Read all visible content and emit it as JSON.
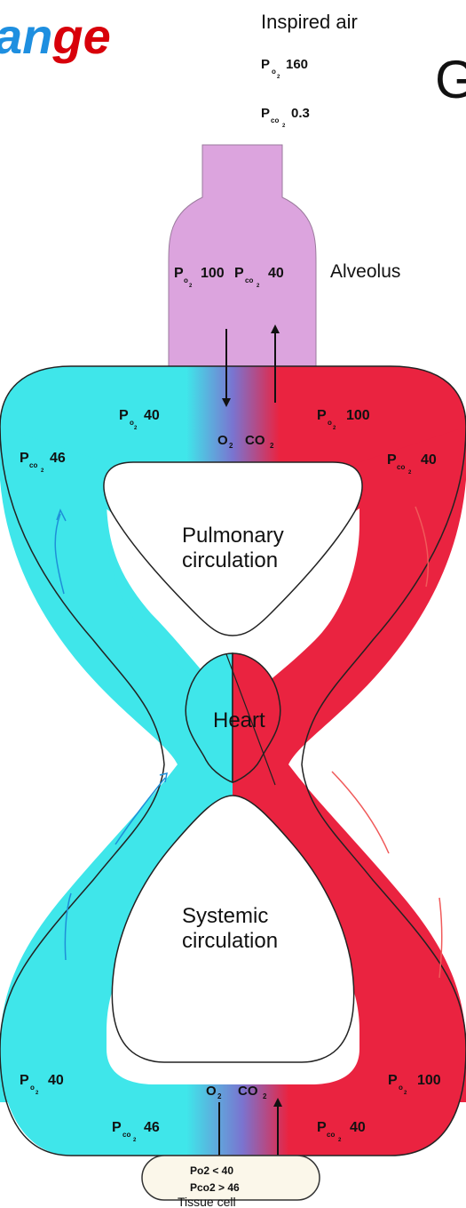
{
  "title_fragment": "ange",
  "title_fragment_right": "G",
  "inspired_air": {
    "label": "Inspired air",
    "po2": "160",
    "pco2": "0.3"
  },
  "alveolus": {
    "label": "Alveolus",
    "po2": "100",
    "pco2": "40"
  },
  "pulmonary": {
    "left_po2": "40",
    "left_pco2": "46",
    "right_po2": "100",
    "right_pco2": "40",
    "label_line1": "Pulmonary",
    "label_line2": "circulation"
  },
  "heart": {
    "label": "Heart"
  },
  "systemic": {
    "label_line1": "Systemic",
    "label_line2": "circulation",
    "left_po2": "40",
    "left_pco2": "46",
    "right_po2": "100",
    "right_pco2": "40"
  },
  "exchange_symbols": {
    "o2": "O",
    "co2": "CO",
    "sub2": "2"
  },
  "symbols": {
    "P": "P",
    "o": "o",
    "co": "co",
    "sub2": "2"
  },
  "tissue": {
    "label": "Tissue cell",
    "po2_cond": "< 40",
    "pco2_cond": "> 46"
  },
  "colors": {
    "deoxygenated": "#3fe6ea",
    "oxygenated": "#ea2340",
    "alveolus_fill": "#dca4de",
    "tissue_fill": "#fbf7ea",
    "title_blue": "#1e8fe0",
    "title_red": "#d8000a"
  }
}
